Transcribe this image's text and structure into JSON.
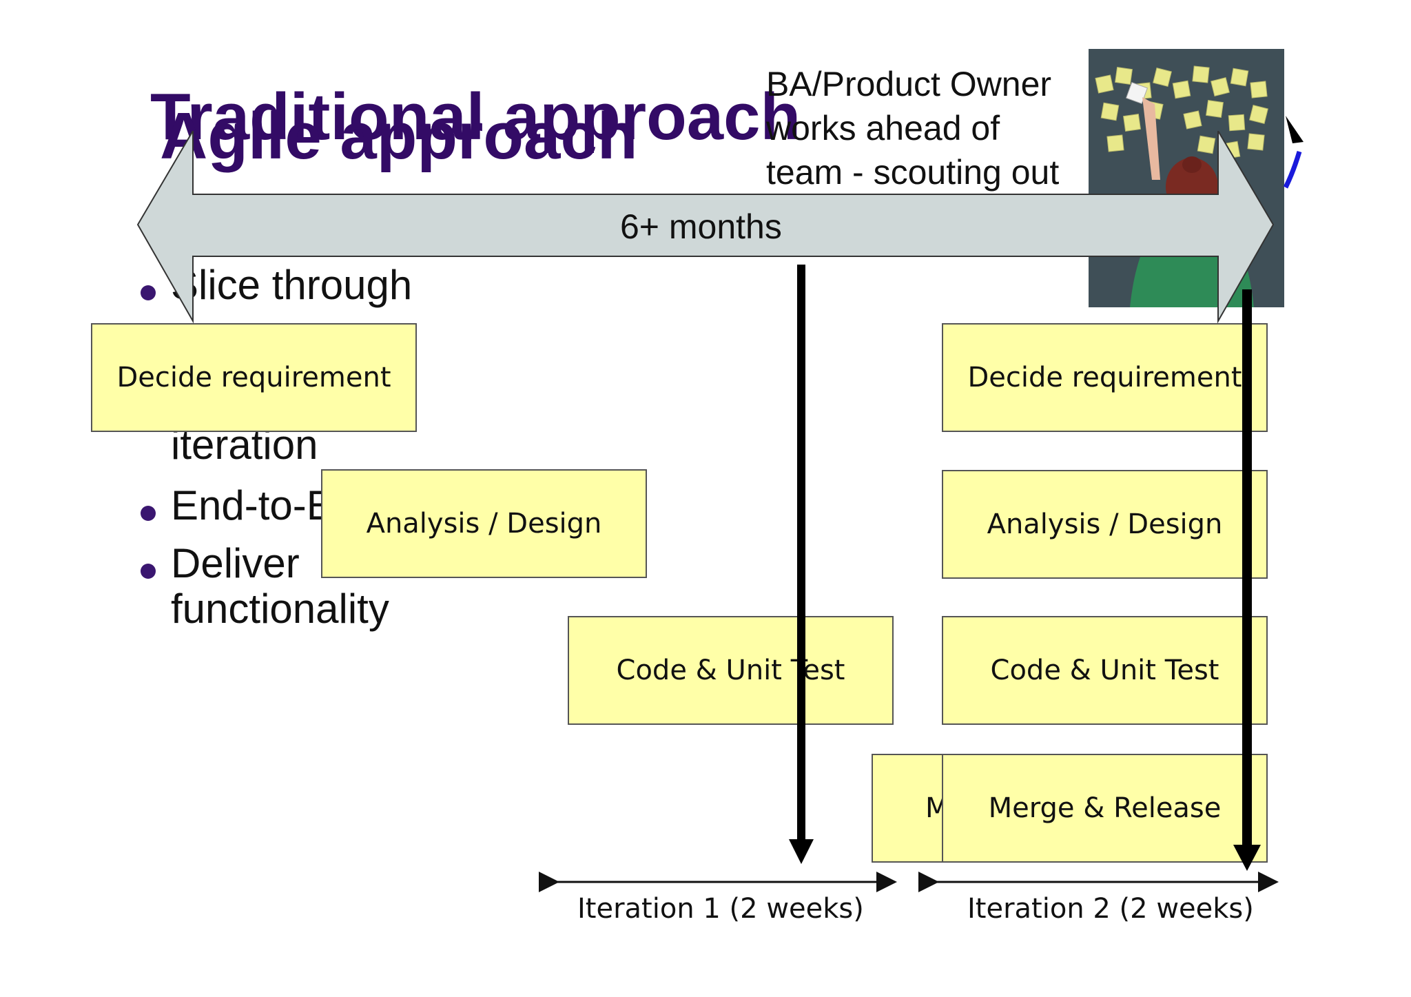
{
  "titles": {
    "traditional": "Traditional approach",
    "agile": "Agile approach"
  },
  "bullets": {
    "b1": "Slice through",
    "b1_line3": "iteration",
    "b2": "End-to-E",
    "b3_line1": "Deliver",
    "b3_line2": "functionality"
  },
  "ba_note": {
    "line1": "BA/Product Owner",
    "line2": "works ahead of",
    "line3": "team - scouting out"
  },
  "timeline": {
    "label": "6+ months"
  },
  "traditional_boxes": {
    "decide": "Decide requirement",
    "analysis": "Analysis / Design",
    "code": "Code & Unit Test",
    "merge_partial": "M"
  },
  "iteration2_boxes": {
    "decide": "Decide requirement",
    "analysis": "Analysis / Design",
    "code": "Code & Unit Test",
    "merge": "Merge & Release"
  },
  "iterations": {
    "iter1": "Iteration 1 (2 weeks)",
    "iter2": "Iteration 2 (2 weeks)"
  },
  "colors": {
    "title": "#330b66",
    "box_fill": "#ffffa8",
    "arrow_fill": "#cfd8d8",
    "bullet_dot": "#3a1670"
  },
  "icons": {
    "photo": "sticky-notes-wall-photo"
  }
}
